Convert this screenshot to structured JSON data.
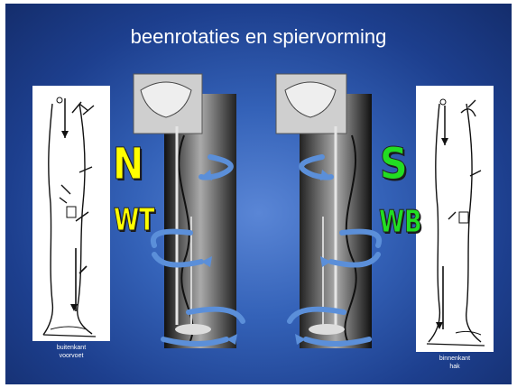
{
  "slide": {
    "title": "beenrotaties en spiervorming",
    "left_caption": [
      "buitenkant",
      "voorvoet"
    ],
    "right_caption": [
      "binnenkant",
      "hak"
    ],
    "left_letters": {
      "top": "N",
      "bottom": "WT"
    },
    "right_letters": {
      "top": "S",
      "bottom": "WB"
    }
  },
  "colors": {
    "background": "#2a54a8",
    "left_letters": "#ffff00",
    "right_letters": "#22dd22",
    "arrows": "#5b8fd9"
  }
}
